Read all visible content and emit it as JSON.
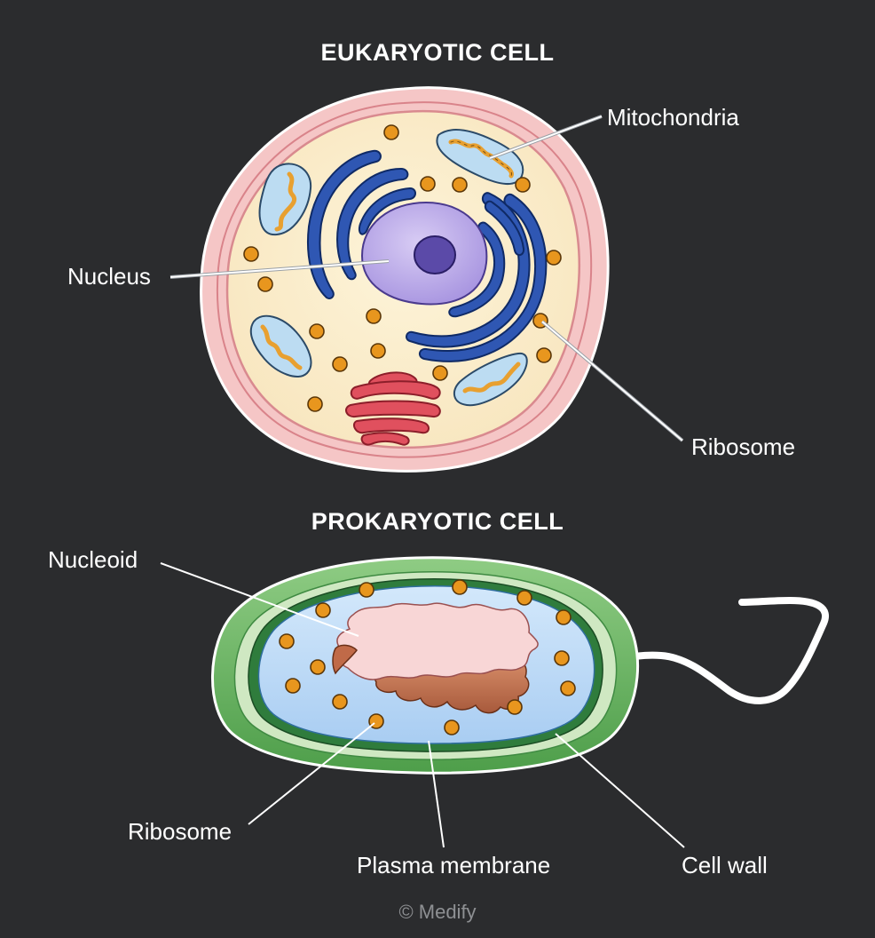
{
  "eukaryotic": {
    "title": "EUKARYOTIC CELL",
    "labels": {
      "mitochondria": "Mitochondria",
      "nucleus": "Nucleus",
      "ribosome": "Ribosome"
    }
  },
  "prokaryotic": {
    "title": "PROKARYOTIC CELL",
    "labels": {
      "nucleoid": "Nucleoid",
      "ribosome": "Ribosome",
      "plasma_membrane": "Plasma membrane",
      "cell_wall": "Cell wall"
    }
  },
  "footer": {
    "copyright": "© Medify"
  },
  "colors": {
    "background": "#2b2c2e",
    "euk_outer": "#f5c6c6",
    "euk_cytoplasm": "#fbeecb",
    "nucleus": "#b9a8e6",
    "nucleolus": "#5b4aa8",
    "er": "#2f57b3",
    "golgi": "#e0505e",
    "mitochondria": "#bcdcf2",
    "ribosome": "#e8961e",
    "pro_wall": "#5fae5a",
    "pro_membrane": "#2f7c3c",
    "pro_cytoplasm": "#bfdcf7",
    "nucleoid": "#f8d6d6",
    "nucleoid_dna": "#c06a48"
  }
}
